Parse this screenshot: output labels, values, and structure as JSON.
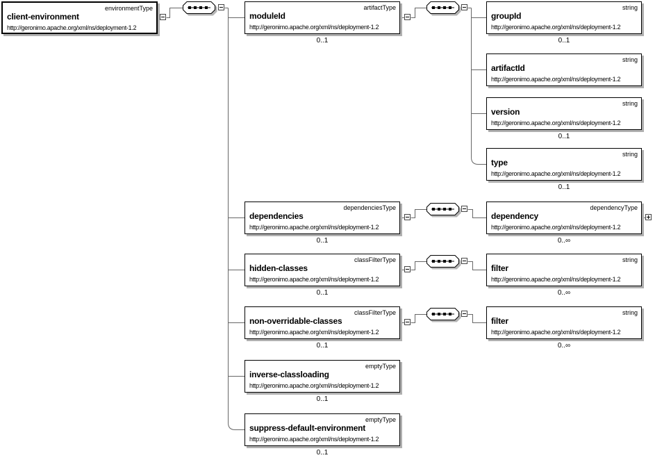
{
  "diagram": {
    "kind": "xml-schema-content-model",
    "compositor": "sequence",
    "namespace": "http://geronimo.apache.org/xml/ns/deployment-1.2",
    "colors": {
      "box_border": "#000000",
      "connector": "#666666",
      "shadow": "#b0b0b0",
      "background": "#ffffff"
    }
  },
  "nodes": {
    "client_environment": {
      "name": "client-environment",
      "type_label": "environmentType",
      "url": "http://geronimo.apache.org/xml/ns/deployment-1.2"
    },
    "module_id": {
      "name": "moduleId",
      "type_label": "artifactType",
      "url": "http://geronimo.apache.org/xml/ns/deployment-1.2",
      "occurrence": "0..1"
    },
    "group_id": {
      "name": "groupId",
      "type_label": "string",
      "url": "http://geronimo.apache.org/xml/ns/deployment-1.2",
      "occurrence": "0..1"
    },
    "artifact_id": {
      "name": "artifactId",
      "type_label": "string",
      "url": "http://geronimo.apache.org/xml/ns/deployment-1.2"
    },
    "version": {
      "name": "version",
      "type_label": "string",
      "url": "http://geronimo.apache.org/xml/ns/deployment-1.2",
      "occurrence": "0..1"
    },
    "type": {
      "name": "type",
      "type_label": "string",
      "url": "http://geronimo.apache.org/xml/ns/deployment-1.2",
      "occurrence": "0..1"
    },
    "dependencies": {
      "name": "dependencies",
      "type_label": "dependenciesType",
      "url": "http://geronimo.apache.org/xml/ns/deployment-1.2",
      "occurrence": "0..1"
    },
    "dependency": {
      "name": "dependency",
      "type_label": "dependencyType",
      "url": "http://geronimo.apache.org/xml/ns/deployment-1.2",
      "occurrence": "0..∞"
    },
    "hidden_classes": {
      "name": "hidden-classes",
      "type_label": "classFilterType",
      "url": "http://geronimo.apache.org/xml/ns/deployment-1.2",
      "occurrence": "0..1"
    },
    "filter_hidden": {
      "name": "filter",
      "type_label": "string",
      "url": "http://geronimo.apache.org/xml/ns/deployment-1.2",
      "occurrence": "0..∞"
    },
    "non_overridable_classes": {
      "name": "non-overridable-classes",
      "type_label": "classFilterType",
      "url": "http://geronimo.apache.org/xml/ns/deployment-1.2",
      "occurrence": "0..1"
    },
    "filter_non_overridable": {
      "name": "filter",
      "type_label": "string",
      "url": "http://geronimo.apache.org/xml/ns/deployment-1.2",
      "occurrence": "0..∞"
    },
    "inverse_classloading": {
      "name": "inverse-classloading",
      "type_label": "emptyType",
      "url": "http://geronimo.apache.org/xml/ns/deployment-1.2",
      "occurrence": "0..1"
    },
    "suppress_default_environment": {
      "name": "suppress-default-environment",
      "type_label": "emptyType",
      "url": "http://geronimo.apache.org/xml/ns/deployment-1.2",
      "occurrence": "0..1"
    }
  }
}
